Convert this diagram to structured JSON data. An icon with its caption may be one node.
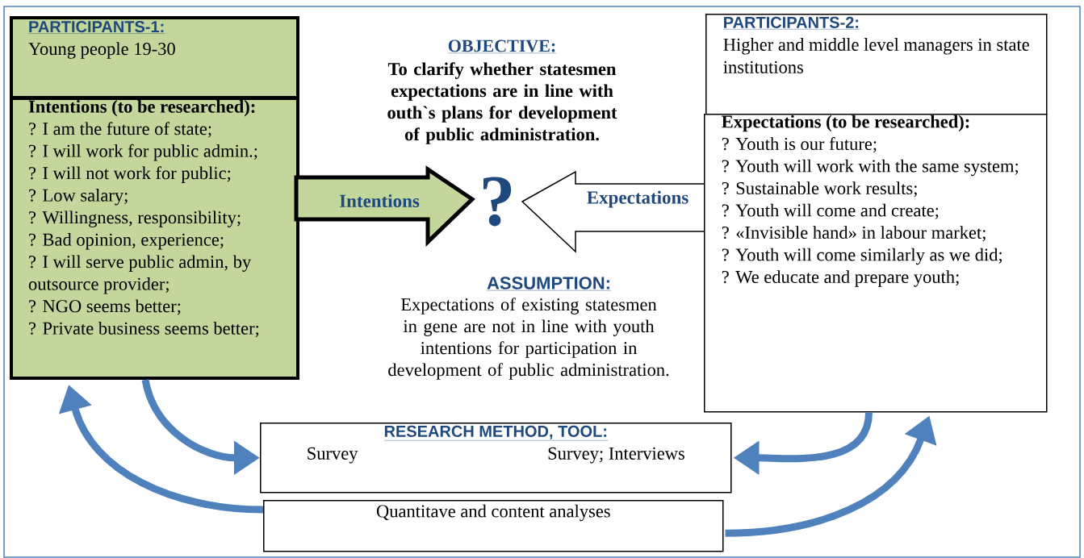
{
  "diagram": {
    "nodes": [
      {
        "text": [
          "PARTICIPANTS-1:",
          "Young people 19-30"
        ]
      },
      {
        "text": [
          "Intentions (to be researched):",
          "? I am the future of state;",
          "? I will work for public admin.;",
          "? I will not work for public;",
          "? Low salary;",
          "? Willingness, responsibility;",
          "? Bad opinion, experience;",
          "? I will serve public admin, by outsource provider;",
          "? NGO seems better;",
          "? Private business seems better;"
        ]
      },
      {
        "text": [
          "Intentions"
        ]
      },
      {
        "text": [
          "Expectations"
        ]
      },
      {
        "text": [
          "PARTICIPANTS-2:",
          "Higher and middle level managers in state institutions"
        ]
      },
      {
        "text": [
          "Expectations (to be researched):",
          "? Youth is our future;",
          "? Youth will work with the same system;",
          "? Sustainable work results;",
          "? Youth will come and create;",
          "? «Invisible hand» in labour market;",
          "? Youth will come similarly as we did;",
          "? We educate and prepare youth;"
        ]
      },
      {
        "text": [
          "RESEARCH METHOD, TOOL:",
          "Survey",
          "Survey; Interviews"
        ]
      },
      {
        "text": [
          "Quantitave and content analyses"
        ]
      }
    ],
    "edges": [
      {
        "from": 1,
        "to": 6,
        "arrow": "to"
      },
      {
        "from": 7,
        "to": 1,
        "arrow": "to"
      },
      {
        "from": 5,
        "to": 6,
        "arrow": "to"
      },
      {
        "from": 7,
        "to": 5,
        "arrow": "to"
      }
    ],
    "labels": [
      "OBJECTIVE:",
      "To clarify whether statesmen expectations are in line with outh`s plans for development of public administration.",
      "?",
      "ASSUMPTION:",
      "Expectations of existing statesmen in gene are not in line with youth intentions for participation in development of public administration."
    ]
  }
}
